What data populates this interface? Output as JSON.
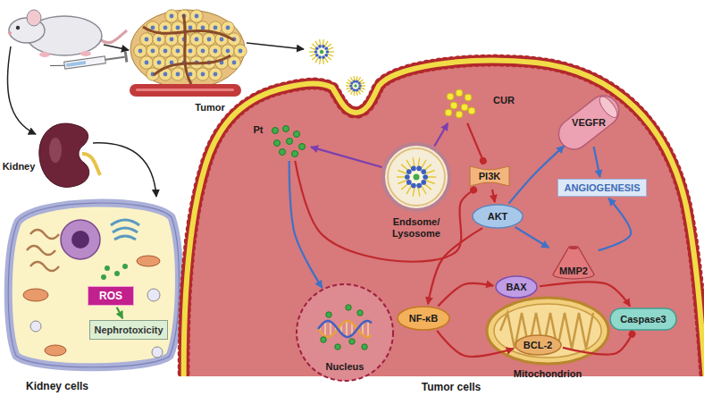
{
  "diagram": {
    "nodes": [
      {
        "text": [
          "Kidney cells"
        ]
      },
      {
        "text": [
          "ROS"
        ],
        "in": 0
      },
      {
        "text": [
          "Nephrotoxicity"
        ],
        "in": 0
      },
      {
        "text": [
          "Tumor cells"
        ]
      },
      {
        "text": [
          "CUR"
        ],
        "in": 3
      },
      {
        "text": [
          "Pt"
        ],
        "in": 3
      },
      {
        "text": [
          "PI3K"
        ],
        "in": 3
      },
      {
        "text": [
          "VEGFR"
        ],
        "in": 3
      },
      {
        "text": [
          "Endsome/ Lysosome"
        ],
        "in": 3
      },
      {
        "text": [
          "ANGIOGENESIS"
        ],
        "in": 3
      },
      {
        "text": [
          "AKT"
        ],
        "in": 3
      },
      {
        "text": [
          "MMP2"
        ],
        "in": 3
      },
      {
        "text": [
          "Nucleus"
        ],
        "in": 3
      },
      {
        "text": [
          "NF-κB"
        ],
        "in": 3
      },
      {
        "text": [
          "BAX"
        ],
        "in": 3
      },
      {
        "text": [
          "Mitochondrion"
        ],
        "in": 3
      },
      {
        "text": [
          "BCL-2"
        ],
        "in": 3
      },
      {
        "text": [
          "Caspase3"
        ],
        "in": 3
      }
    ],
    "edges": [
      {
        "from": 1,
        "to": 2,
        "arrow": "to"
      },
      {
        "from": 8,
        "to": 4,
        "arrow": "to"
      },
      {
        "from": 8,
        "to": 5,
        "arrow": "to"
      },
      {
        "from": 4,
        "to": 6,
        "arrow": "to"
      },
      {
        "from": 5,
        "to": 6,
        "arrow": "to"
      },
      {
        "from": 5,
        "to": 12,
        "arrow": "to"
      },
      {
        "from": 6,
        "to": 10,
        "arrow": "to"
      },
      {
        "from": 10,
        "to": 7,
        "arrow": "to"
      },
      {
        "from": 7,
        "to": 9,
        "arrow": "to"
      },
      {
        "from": 10,
        "to": 11,
        "arrow": "to"
      },
      {
        "from": 11,
        "to": 9,
        "arrow": "to"
      },
      {
        "from": 10,
        "to": 13,
        "arrow": "to"
      },
      {
        "from": 13,
        "to": 16,
        "arrow": "to"
      },
      {
        "from": 13,
        "to": 14,
        "arrow": "to"
      },
      {
        "from": 14,
        "to": 17,
        "arrow": "to"
      },
      {
        "from": 16,
        "to": 17,
        "arrow": "to"
      }
    ],
    "labels": [
      "Kidney",
      "Tumor"
    ]
  }
}
